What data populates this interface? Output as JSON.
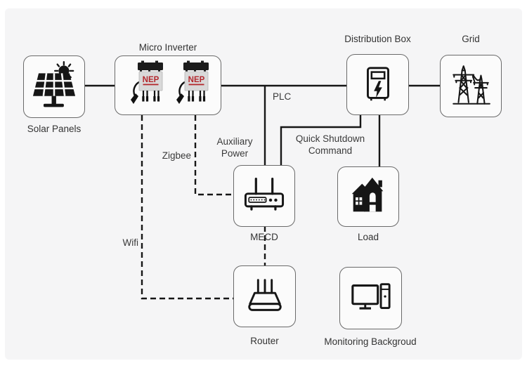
{
  "nodes": {
    "solar_panels": {
      "label": "Solar Panels"
    },
    "micro_inverter": {
      "label": "Micro Inverter",
      "brand": "NEP",
      "unit_count": 2
    },
    "distribution_box": {
      "label": "Distribution Box"
    },
    "grid": {
      "label": "Grid"
    },
    "mecd": {
      "label": "MECD"
    },
    "load": {
      "label": "Load"
    },
    "router": {
      "label": "Router"
    },
    "monitoring_background": {
      "label": "Monitoring Backgroud"
    }
  },
  "edges": {
    "plc": {
      "label": "PLC",
      "style": "solid",
      "from": "micro_inverter",
      "to": "distribution_box"
    },
    "auxiliary_power": {
      "label": "Auxiliary Power",
      "style": "solid",
      "from": "plc_line",
      "to": "mecd"
    },
    "quick_shutdown": {
      "label": "Quick Shutdown Command",
      "style": "solid",
      "from": "distribution_box",
      "to": "mecd"
    },
    "zigbee": {
      "label": "Zigbee",
      "style": "dashed",
      "from": "micro_inverter",
      "to": "mecd"
    },
    "wifi": {
      "label": "Wifi",
      "style": "dashed",
      "from": "micro_inverter",
      "to": "router"
    },
    "solar_to_inverter": {
      "label": "",
      "style": "solid",
      "from": "solar_panels",
      "to": "micro_inverter"
    },
    "dist_to_grid": {
      "label": "",
      "style": "solid",
      "from": "distribution_box",
      "to": "grid"
    },
    "dist_to_load": {
      "label": "",
      "style": "solid",
      "from": "distribution_box",
      "to": "load"
    },
    "mecd_to_router": {
      "label": "",
      "style": "dashed",
      "from": "mecd",
      "to": "router"
    }
  },
  "colors": {
    "background": "#f5f5f6",
    "frame": "#ffffff",
    "box_fill": "#fbfbfb",
    "box_border": "#6a6a6a",
    "line": "#161616",
    "text": "#333333",
    "nep_red": "#b3282d",
    "inverter_body": "#d9d9d9",
    "inverter_bracket": "#1c1c1c"
  }
}
